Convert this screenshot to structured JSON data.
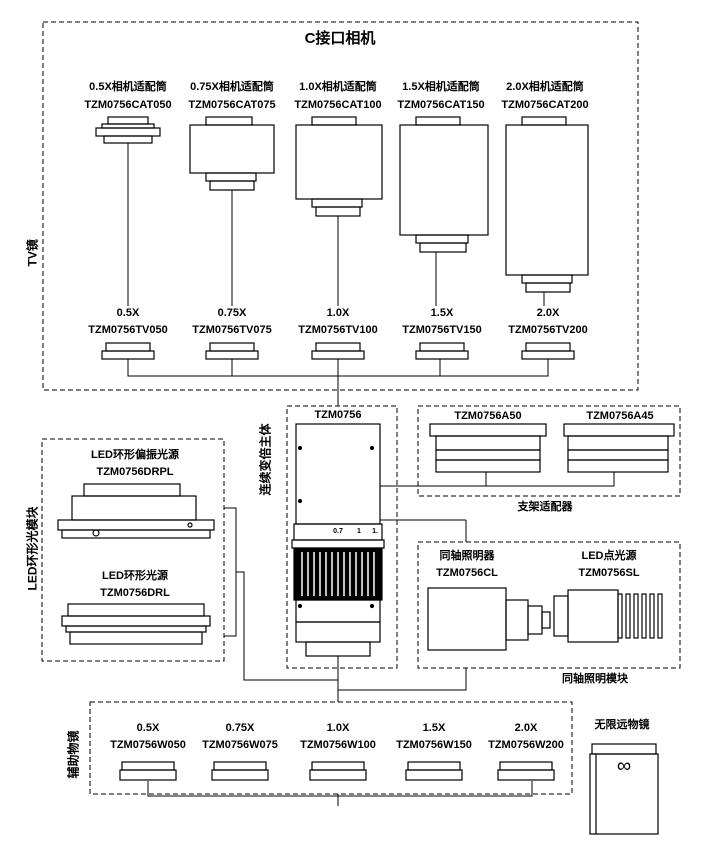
{
  "title": "C接口相机",
  "groups": {
    "tv_mirror": "TV镜",
    "led_ring_module": "LED环形光模块",
    "zoom_body": "连续变倍主体",
    "stand_adapter": "支架适配器",
    "coaxial_module": "同轴照明模块",
    "aux_objective": "辅助物镜"
  },
  "camera_adapters": [
    {
      "label": "0.5X相机适配筒",
      "code": "TZM0756CAT050"
    },
    {
      "label": "0.75X相机适配筒",
      "code": "TZM0756CAT075"
    },
    {
      "label": "1.0X相机适配筒",
      "code": "TZM0756CAT100"
    },
    {
      "label": "1.5X相机适配筒",
      "code": "TZM0756CAT150"
    },
    {
      "label": "2.0X相机适配筒",
      "code": "TZM0756CAT200"
    }
  ],
  "tv_lenses": [
    {
      "label": "0.5X",
      "code": "TZM0756TV050"
    },
    {
      "label": "0.75X",
      "code": "TZM0756TV075"
    },
    {
      "label": "1.0X",
      "code": "TZM0756TV100"
    },
    {
      "label": "1.5X",
      "code": "TZM0756TV150"
    },
    {
      "label": "2.0X",
      "code": "TZM0756TV200"
    }
  ],
  "main_body": {
    "code": "TZM0756",
    "scale_marks": [
      "0.7",
      "1",
      "1."
    ]
  },
  "stand_adapters": [
    {
      "code": "TZM0756A50"
    },
    {
      "code": "TZM0756A45"
    }
  ],
  "led_lights": [
    {
      "label": "LED环形偏振光源",
      "code": "TZM0756DRPL"
    },
    {
      "label": "LED环形光源",
      "code": "TZM0756DRL"
    }
  ],
  "coaxial": [
    {
      "label": "同轴照明器",
      "code": "TZM0756CL"
    },
    {
      "label": "LED点光源",
      "code": "TZM0756SL"
    }
  ],
  "aux_objectives": [
    {
      "label": "0.5X",
      "code": "TZM0756W050"
    },
    {
      "label": "0.75X",
      "code": "TZM0756W075"
    },
    {
      "label": "1.0X",
      "code": "TZM0756W100"
    },
    {
      "label": "1.5X",
      "code": "TZM0756W150"
    },
    {
      "label": "2.0X",
      "code": "TZM0756W200"
    }
  ],
  "infinity_objective": {
    "label": "无限远物镜",
    "symbol": "∞"
  }
}
